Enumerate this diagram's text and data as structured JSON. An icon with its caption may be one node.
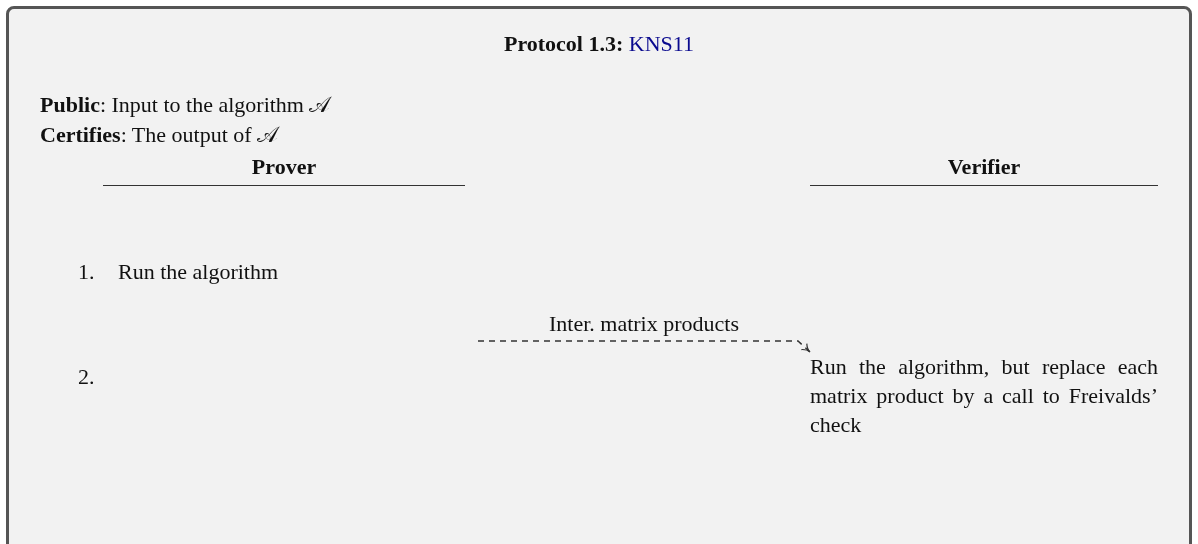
{
  "diagram": {
    "title": "**Protocol 1.3:** KNS11",
    "nodes": [
      {
        "text": [
          "Run the algorithm"
        ]
      },
      {
        "text": [
          "Run the algorithm, but replace each matrix product by a call to Freivalds’ check"
        ]
      }
    ],
    "edges": [
      {
        "from": null,
        "to": 1,
        "arrow": "to",
        "label": "Inter. matrix products",
        "style": "dashed"
      }
    ],
    "labels": [
      "**Public**: Input to the algorithm 𝒜",
      "**Certifies**: The output of 𝒜",
      "Prover",
      "Verifier",
      "1.",
      "2."
    ]
  }
}
